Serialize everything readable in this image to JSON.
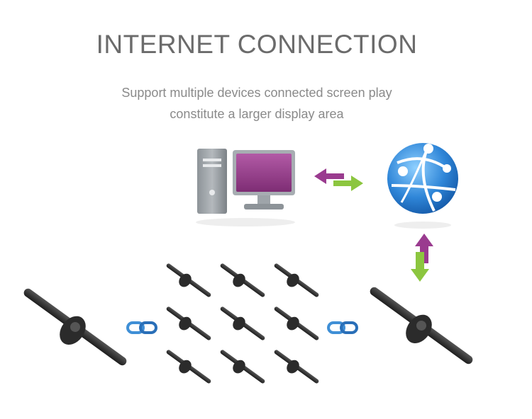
{
  "header": {
    "title": "INTERNET CONNECTION",
    "subtitle_line1": "Support multiple devices connected screen play",
    "subtitle_line2": "constitute a larger display area"
  },
  "icons": {
    "computer": "desktop-computer-icon",
    "globe": "network-globe-icon",
    "link": "chain-link-icon",
    "fan": "hologram-fan-icon",
    "arrow": "bidirectional-arrow-icon"
  },
  "colors": {
    "monitor_screen": "#9b3e8f",
    "arrow_purple": "#9a3b8f",
    "arrow_green": "#8cc63f",
    "globe_blue": "#2f86d8",
    "link_blue": "#3f8fd6",
    "fan_dark": "#2b2b2b"
  },
  "grid": {
    "rows": 3,
    "cols": 3
  }
}
